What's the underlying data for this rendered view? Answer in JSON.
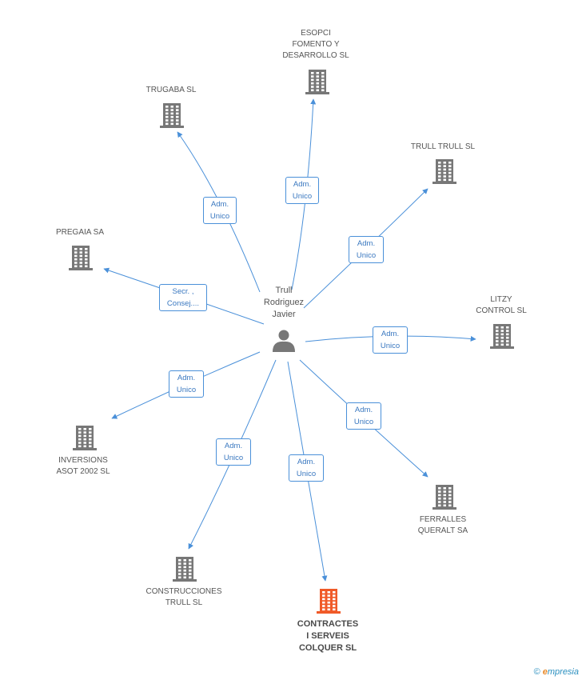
{
  "person": {
    "name": "Trull\nRodriguez\nJavier"
  },
  "companies": [
    {
      "id": "esopci",
      "name": "ESOPCI\nFOMENTO Y\nDESARROLLO SL",
      "highlight": false
    },
    {
      "id": "trugaba",
      "name": "TRUGABA SL",
      "highlight": false
    },
    {
      "id": "trulltrull",
      "name": "TRULL TRULL SL",
      "highlight": false
    },
    {
      "id": "pregaia",
      "name": "PREGAIA SA",
      "highlight": false
    },
    {
      "id": "litzy",
      "name": "LITZY\nCONTROL SL",
      "highlight": false
    },
    {
      "id": "inversions",
      "name": "INVERSIONS\nASOT 2002 SL",
      "highlight": false
    },
    {
      "id": "ferralles",
      "name": "FERRALLES\nQUERALT SA",
      "highlight": false
    },
    {
      "id": "construcciones",
      "name": "CONSTRUCCIONES\nTRULL SL",
      "highlight": false
    },
    {
      "id": "contractes",
      "name": "CONTRACTES\nI SERVEIS\nCOLQUER SL",
      "highlight": true
    }
  ],
  "relations": [
    {
      "to": "esopci",
      "label": "Adm.\nUnico"
    },
    {
      "to": "trugaba",
      "label": "Adm.\nUnico"
    },
    {
      "to": "trulltrull",
      "label": "Adm.\nUnico"
    },
    {
      "to": "pregaia",
      "label": "Secr. ,\nConsej...."
    },
    {
      "to": "litzy",
      "label": "Adm.\nUnico"
    },
    {
      "to": "inversions",
      "label": "Adm.\nUnico"
    },
    {
      "to": "ferralles",
      "label": "Adm.\nUnico"
    },
    {
      "to": "construcciones",
      "label": "Adm.\nUnico"
    },
    {
      "to": "contractes",
      "label": "Adm.\nUnico"
    }
  ],
  "footer": {
    "copyright": "©",
    "brand_initial": "e",
    "brand_rest": "mpresia"
  },
  "colors": {
    "edge": "#4a90d9",
    "icon": "#777777",
    "highlight": "#f05a28"
  },
  "icons": {
    "company": "building-icon",
    "person": "person-icon"
  }
}
